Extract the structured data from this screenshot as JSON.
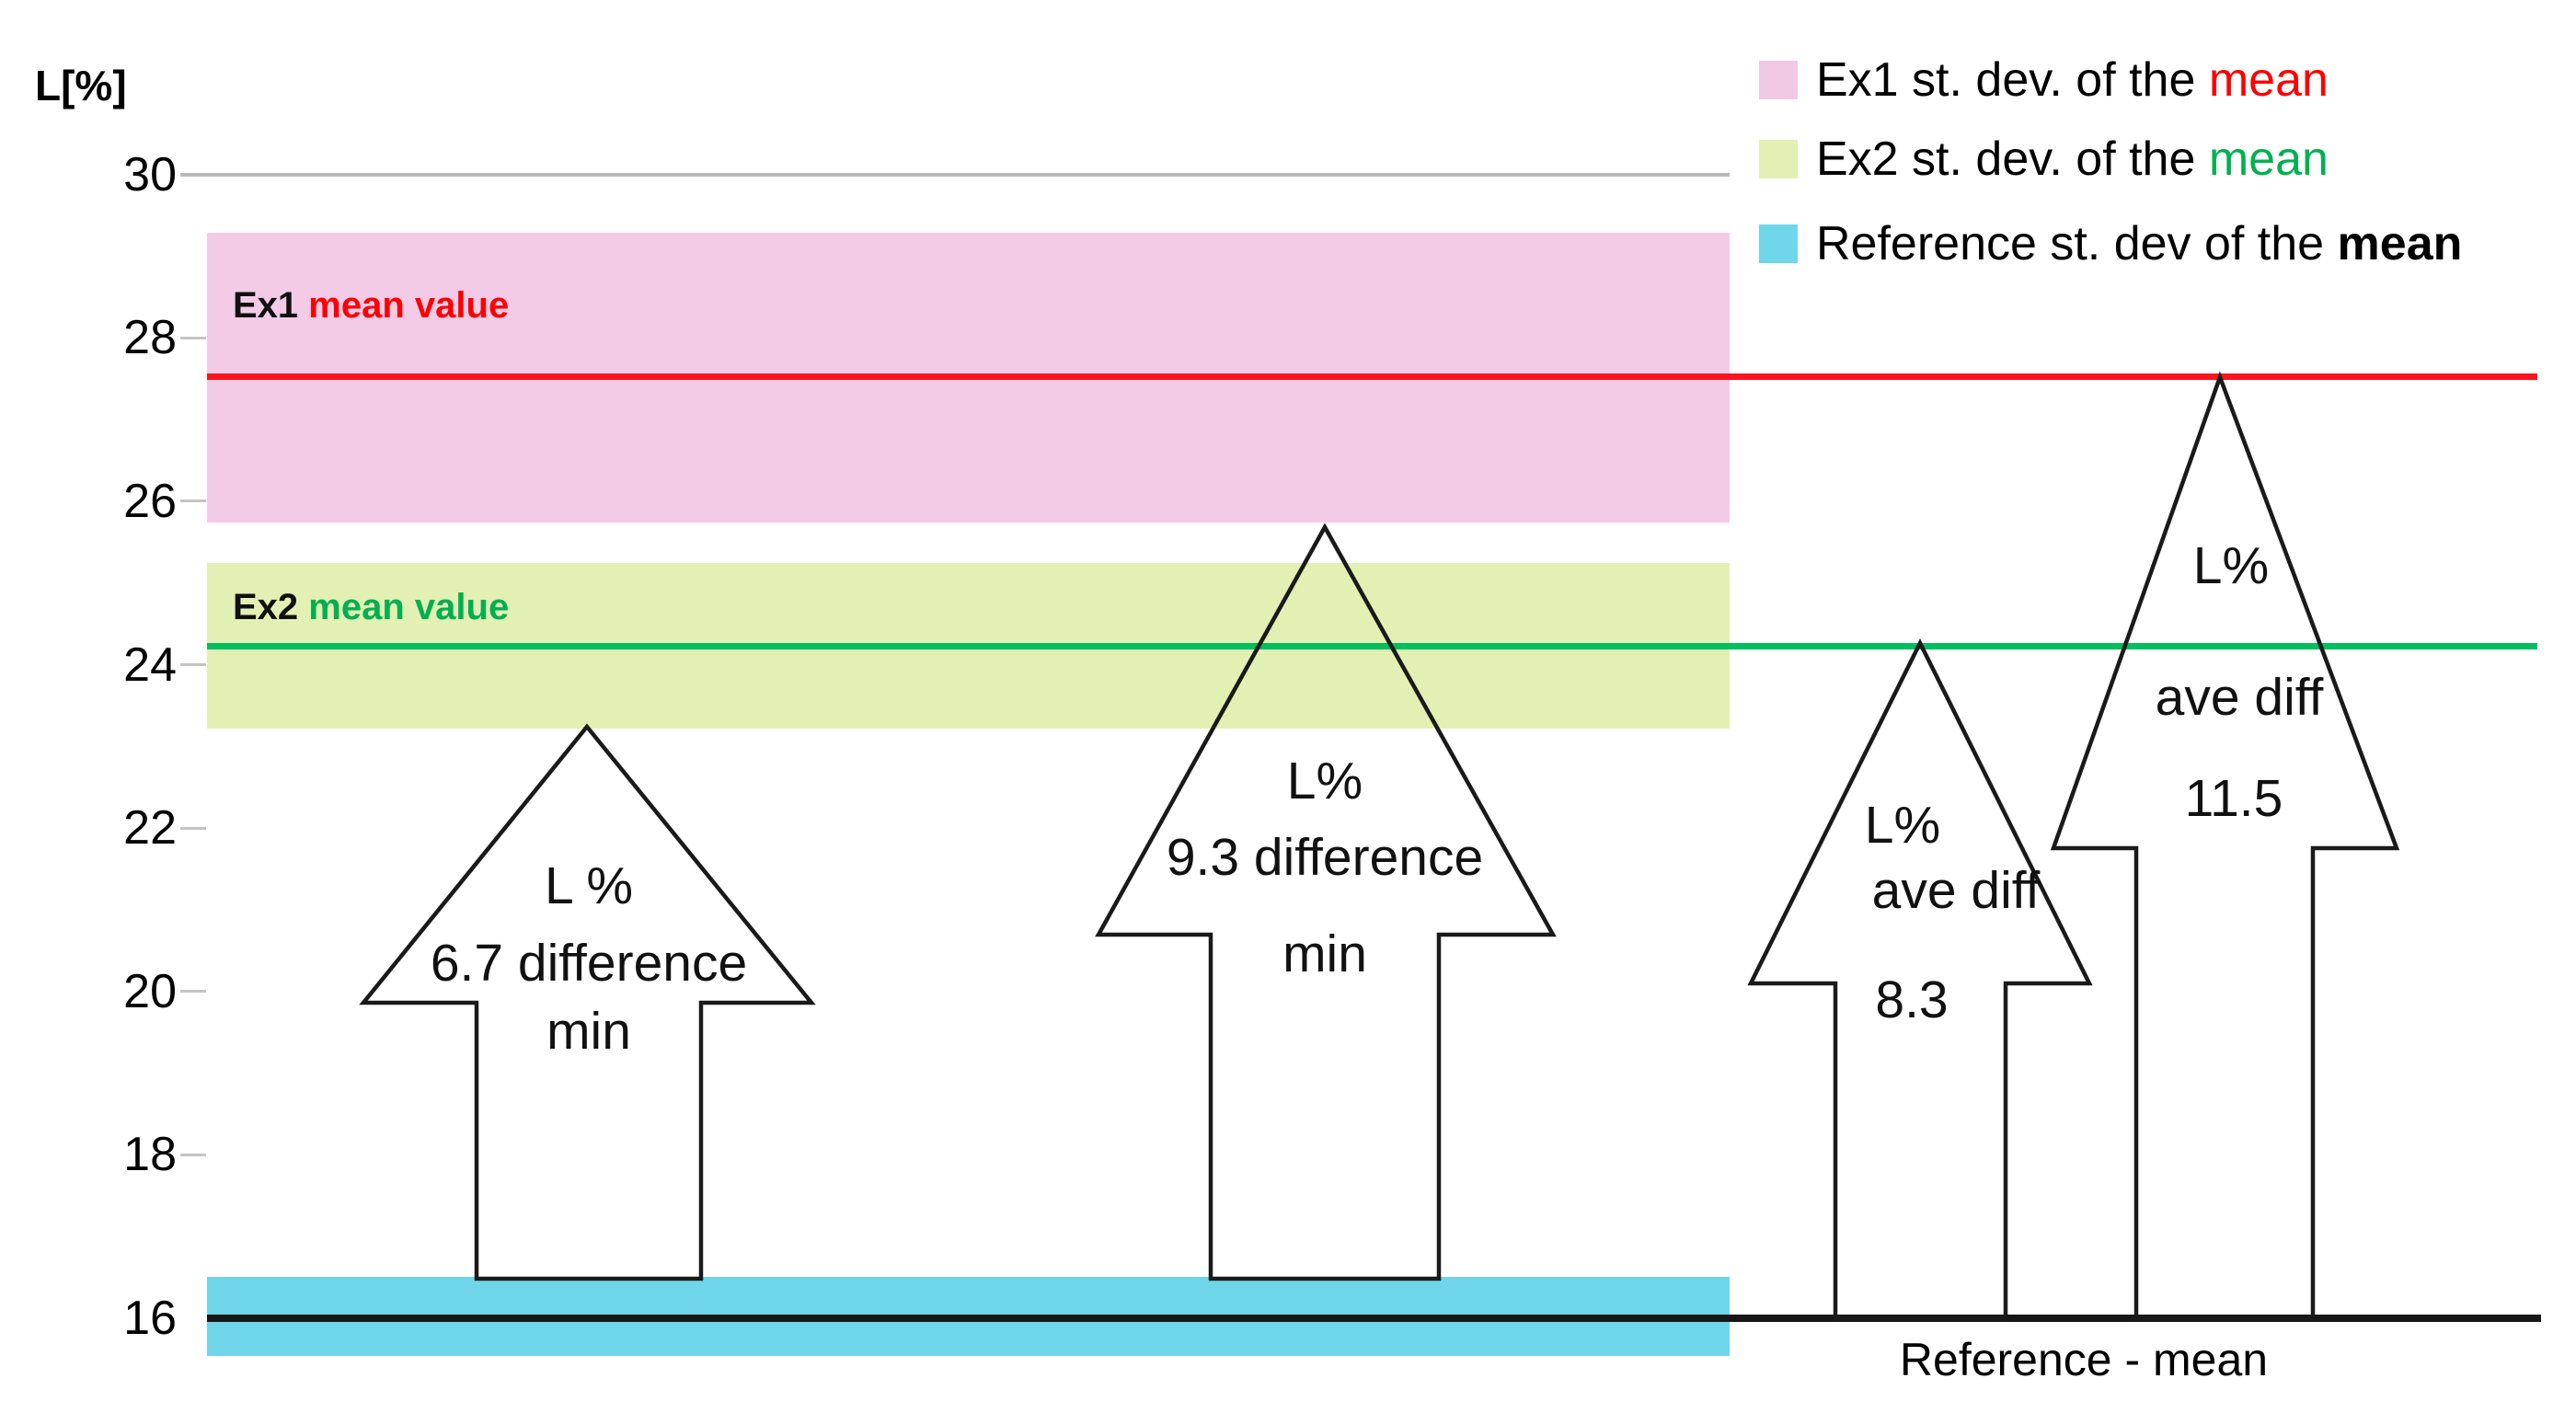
{
  "axis": {
    "ylabel": "L[%]",
    "ticks": [
      "30",
      "28",
      "26",
      "24",
      "22",
      "20",
      "18",
      "16"
    ],
    "xlabel": "Reference - mean"
  },
  "legend": {
    "items": [
      {
        "prefix": "Ex1 st. dev. of the ",
        "highlight": "mean",
        "swatch_color": "#f2c9e4",
        "highlight_color": "#ff0000"
      },
      {
        "prefix": "Ex2 st. dev. of the ",
        "highlight": "mean",
        "swatch_color": "#e2f0b3",
        "highlight_color": "#00b050"
      },
      {
        "prefix": "Reference st. dev of the ",
        "highlight": "mean",
        "swatch_color": "#70d6e9",
        "highlight_color": "#000000"
      }
    ]
  },
  "band_labels": {
    "ex1_prefix": "Ex1 ",
    "ex1_highlight": "mean value",
    "ex2_prefix": "Ex2 ",
    "ex2_highlight": "mean value"
  },
  "arrows": [
    {
      "line1": "L %",
      "line2": "6.7 difference",
      "line3": "min"
    },
    {
      "line1": "L%",
      "line2": "9.3 difference",
      "line3": "min"
    },
    {
      "line1": "L%",
      "line2": "ave diff",
      "line3": "8.3"
    },
    {
      "line1": "L%",
      "line2": "ave diff",
      "line3": "11.5"
    }
  ],
  "colors": {
    "ex1_band": "#f2c9e4",
    "ex2_band": "#e2f0b3",
    "reference_band": "#70d6e9",
    "ex1_mean_line": "#fb141f",
    "ex2_mean_line": "#00bf5e",
    "reference_mean_line": "#161616",
    "gridline": "#b9b9b9"
  },
  "chart_data": {
    "type": "area",
    "title": "",
    "ylabel": "L[%]",
    "xlabel": "Reference - mean",
    "ylim": [
      15.5,
      30.5
    ],
    "yticks": [
      16,
      18,
      20,
      22,
      24,
      26,
      28,
      30
    ],
    "grid": "gridline at 30 only, short tick dashes at 18-28",
    "legend_position": "top-right",
    "series": [
      {
        "name": "Ex1",
        "mean": 27.6,
        "st_dev_band_of_mean": [
          25.7,
          29.3
        ],
        "mean_line_color": "#fb141f",
        "band_color": "#f2c9e4",
        "band_label": "Ex1 mean value"
      },
      {
        "name": "Ex2",
        "mean": 24.2,
        "st_dev_band_of_mean": [
          23.2,
          25.2
        ],
        "mean_line_color": "#00bf5e",
        "band_color": "#e2f0b3",
        "band_label": "Ex2 mean value"
      },
      {
        "name": "Reference",
        "mean": 16.0,
        "st_dev_band_of_mean": [
          15.5,
          16.5
        ],
        "mean_line_color": "#161616",
        "band_color": "#70d6e9"
      }
    ],
    "annotations": [
      {
        "shape": "up-arrow-outline",
        "from": 16.5,
        "to": 23.2,
        "value": 6.7,
        "label": "L % 6.7 difference min",
        "meaning": "minimum difference Ex2 vs Reference"
      },
      {
        "shape": "up-arrow-outline",
        "from": 16.4,
        "to": 25.7,
        "value": 9.3,
        "label": "L% 9.3 difference min",
        "meaning": "minimum difference Ex1 vs Reference"
      },
      {
        "shape": "up-arrow-outline",
        "from": 16.0,
        "to": 24.2,
        "value": 8.3,
        "label": "L% ave diff 8.3",
        "meaning": "average difference Ex2 vs Reference"
      },
      {
        "shape": "up-arrow-outline",
        "from": 16.0,
        "to": 27.6,
        "value": 11.5,
        "label": "L% ave diff 11.5",
        "meaning": "average difference Ex1 vs Reference"
      }
    ]
  }
}
